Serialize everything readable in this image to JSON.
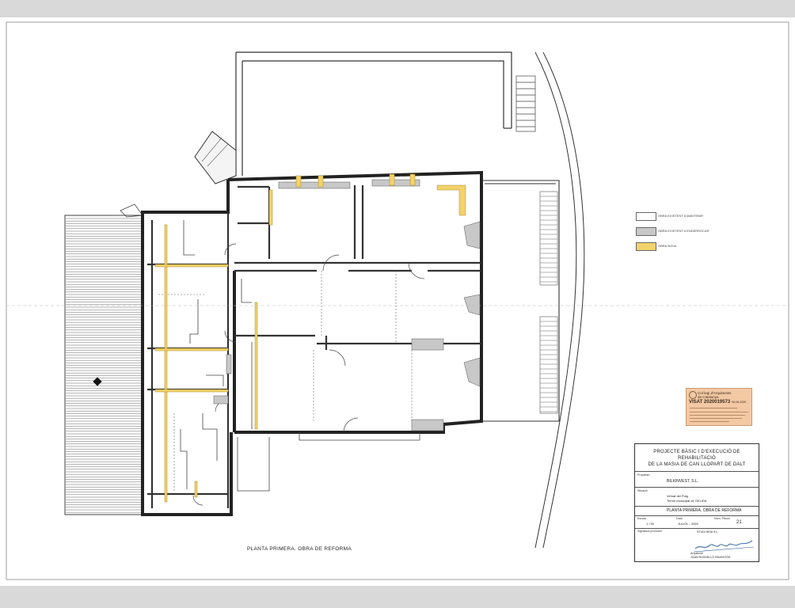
{
  "legend": {
    "items": [
      {
        "label": "OBRA EXISTENT A MANTENIR",
        "color": "#ffffff"
      },
      {
        "label": "OBRA EXISTENT A ENDERROCAR",
        "color": "#c8c8c8"
      },
      {
        "label": "OBRA NOVA",
        "color": "#f2d36b"
      }
    ]
  },
  "stamp": {
    "org_line1": "Col·legi d'Arquitectes",
    "org_line2": "de Catalunya",
    "visat": "VISAT 2020019573",
    "date": "06-06-2020"
  },
  "title_block": {
    "project_title_line1": "PROJECTE BÀSIC I D'EXECUCIÓ DE REHABILITACIÓ",
    "project_title_line2": "DE LA MASIA DE CAN LLOPART DE DALT",
    "owner_label": "Propietari",
    "owner": "BILKINVEST, S.L.",
    "location_label": "Situació",
    "location_line1": "Veïnat del Puig",
    "location_line2": "Terme municipal de GELIDA",
    "plan_title": "PLANTA PRIMERA. OBRA DE REFORMA",
    "scale_label": "Escala",
    "scale": "1 / 50",
    "date_label": "Data",
    "date": "JULIOL - 2020",
    "sheet_label": "Núm. Plànol",
    "sheet_number": "21",
    "promoter_label": "Signatura promotor",
    "promoter": "STUDI HEIA S.L.",
    "architect_label": "Arquitecte",
    "architect": "JOAN ROSSELLÓ RAVENTÓS"
  },
  "plan_caption": "PLANTA PRIMERA. OBRA DE REFORMA"
}
